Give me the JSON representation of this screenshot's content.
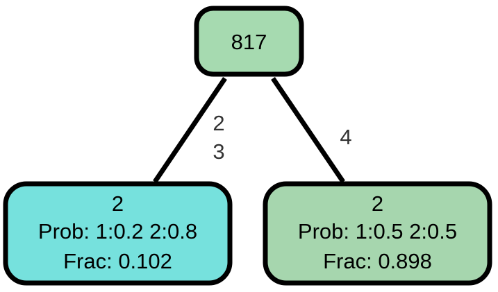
{
  "tree": {
    "root": {
      "label": "817",
      "color": "#a6dab0"
    },
    "edges": [
      {
        "labels": [
          "2",
          "3"
        ]
      },
      {
        "labels": [
          "4"
        ]
      }
    ],
    "leaves": [
      {
        "label": "2",
        "prob": "Prob: 1:0.2 2:0.8",
        "frac": "Frac: 0.102",
        "color": "#76e1dd"
      },
      {
        "label": "2",
        "prob": "Prob: 1:0.5 2:0.5",
        "frac": "Frac: 0.898",
        "color": "#a6d6ae"
      }
    ]
  }
}
